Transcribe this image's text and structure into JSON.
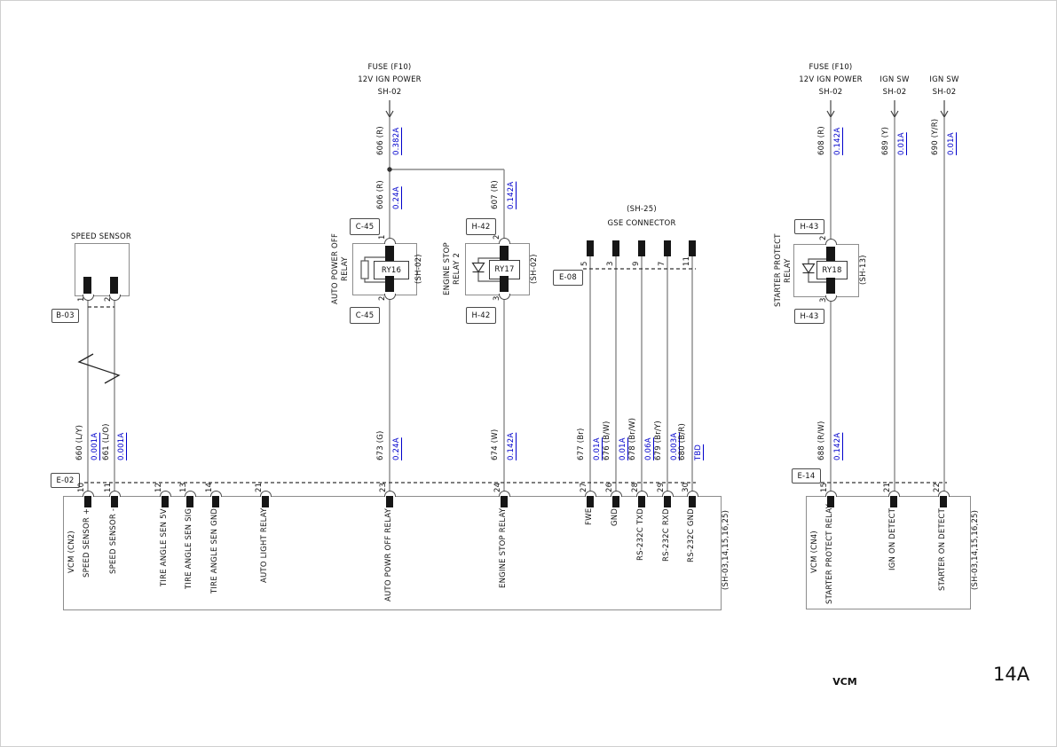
{
  "page": {
    "footer_label": "VCM",
    "page_number": "14A"
  },
  "colors": {
    "wire": "#8a8a8a",
    "current_blue": "#0000cc"
  },
  "sources": {
    "fuse_mid": {
      "line1": "FUSE (F10)",
      "line2": "12V IGN POWER",
      "ref": "SH-02"
    },
    "fuse_right": {
      "line1": "FUSE (F10)",
      "line2": "12V IGN POWER",
      "ref": "SH-02"
    },
    "ign_sw1": {
      "label": "IGN SW",
      "ref": "SH-02"
    },
    "ign_sw2": {
      "label": "IGN SW",
      "ref": "SH-02"
    }
  },
  "speed_sensor": {
    "title": "SPEED SENSOR",
    "connector": "B-03",
    "pins": [
      "1",
      "2"
    ]
  },
  "gse": {
    "sh": "(SH-25)",
    "title": "GSE CONNECTOR",
    "connector": "E-08",
    "pins": [
      "5",
      "3",
      "9",
      "7",
      "11"
    ]
  },
  "relays": {
    "auto_power_off": {
      "name1": "AUTO POWER OFF",
      "name2": "RELAY",
      "id": "RY16",
      "sh": "(SH-02)",
      "conn_top": "C-45",
      "conn_bot": "C-45",
      "pin_top": "1",
      "pin_bot": "2"
    },
    "engine_stop": {
      "name1": "ENGINE STOP",
      "name2": "RELAY 2",
      "id": "RY17",
      "sh": "(SH-02)",
      "conn_top": "H-42",
      "conn_bot": "H-42",
      "pin_top": "2",
      "pin_bot": "3"
    },
    "starter_protect": {
      "name1": "STARTER PROTECT",
      "name2": "RELAY",
      "id": "RY18",
      "sh": "(SH-13)",
      "conn_top": "H-43",
      "conn_bot": "H-43",
      "pin_top": "2",
      "pin_bot": "3"
    }
  },
  "wires": {
    "w606a": {
      "label": "606 (R)",
      "current": "0.382A"
    },
    "w606b": {
      "label": "606 (R)",
      "current": "0.24A"
    },
    "w607": {
      "label": "607 (R)",
      "current": "0.142A"
    },
    "w660": {
      "label": "660 (L/Y)",
      "current": "0.001A"
    },
    "w661": {
      "label": "661 (L/O)",
      "current": "0.001A"
    },
    "w673": {
      "label": "673 (G)",
      "current": "0.24A"
    },
    "w674": {
      "label": "674 (W)",
      "current": "0.142A"
    },
    "w677": {
      "label": "677 (Br)",
      "current": "0.01A"
    },
    "w676": {
      "label": "676 (B/W)",
      "current": "0.01A"
    },
    "w678": {
      "label": "678 (Br/W)",
      "current": "0.06A"
    },
    "w679": {
      "label": "679 (Br/Y)",
      "current": "0.003A"
    },
    "w680": {
      "label": "680 (B/R)",
      "current": "TBD"
    },
    "w608": {
      "label": "608 (R)",
      "current": "0.142A"
    },
    "w689": {
      "label": "689 (Y)",
      "current": "0.01A"
    },
    "w690": {
      "label": "690 (Y/R)",
      "current": "0.01A"
    },
    "w688": {
      "label": "688 (R/W)",
      "current": "0.142A"
    }
  },
  "vcm_cn2": {
    "name": "VCM (CN2)",
    "connector": "E-02",
    "sh": "(SH-03,14,15,16,25)",
    "pins": [
      {
        "no": "10",
        "label": "SPEED SENSOR +"
      },
      {
        "no": "11",
        "label": "SPEED SENSOR -"
      },
      {
        "no": "12",
        "label": "TIRE ANGLE SEN 5V"
      },
      {
        "no": "13",
        "label": "TIRE ANGLE SEN SIG"
      },
      {
        "no": "14",
        "label": "TIRE ANGLE SEN GND"
      },
      {
        "no": "21",
        "label": "AUTO LIGHT RELAY"
      },
      {
        "no": "23",
        "label": "AUTO POWR OFF RELAY"
      },
      {
        "no": "24",
        "label": "ENGINE STOP RELAY"
      },
      {
        "no": "27",
        "label": "FWE"
      },
      {
        "no": "26",
        "label": "GND"
      },
      {
        "no": "28",
        "label": "RS-232C TXD"
      },
      {
        "no": "29",
        "label": "RS-232C RXD"
      },
      {
        "no": "30",
        "label": "RS-232C GND"
      }
    ]
  },
  "vcm_cn4": {
    "name": "VCM (CN4)",
    "connector": "E-14",
    "sh": "(SH-03,14,15,16,25)",
    "pins": [
      {
        "no": "15",
        "label": "STARTER PROTECT RELAY"
      },
      {
        "no": "21",
        "label": "IGN ON DETECT"
      },
      {
        "no": "22",
        "label": "STARTER ON DETECT"
      }
    ]
  }
}
